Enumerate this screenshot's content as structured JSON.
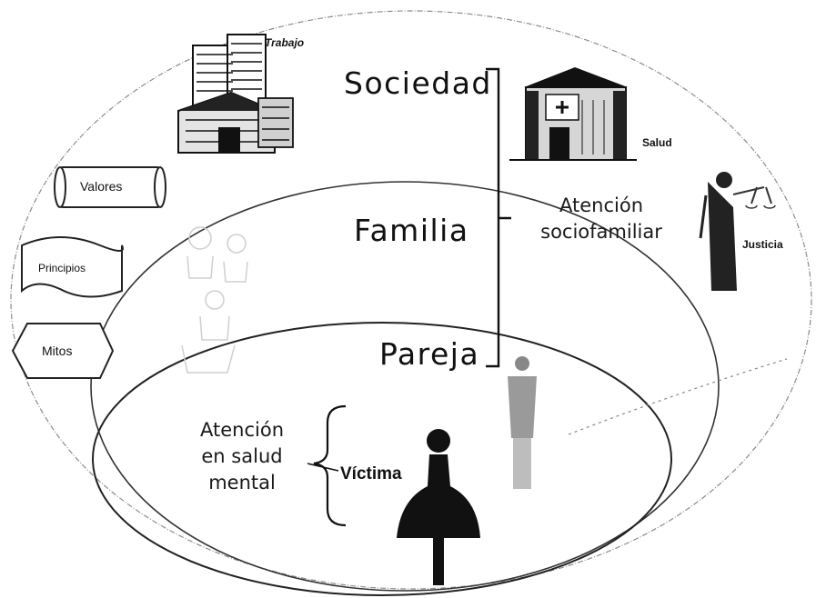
{
  "levels": {
    "sociedad": "Sociedad",
    "familia": "Familia",
    "pareja": "Pareja"
  },
  "services": {
    "trabajo": "Trabajo",
    "salud": "Salud",
    "justicia": "Justicia"
  },
  "cultural": {
    "valores": "Valores",
    "principios": "Principios",
    "mitos": "Mitos"
  },
  "care": {
    "sociofamiliar_line1": "Atención",
    "sociofamiliar_line2": "sociofamiliar",
    "mental_line1": "Atención",
    "mental_line2": "en salud",
    "mental_line3": "mental"
  },
  "victim": "Víctima"
}
